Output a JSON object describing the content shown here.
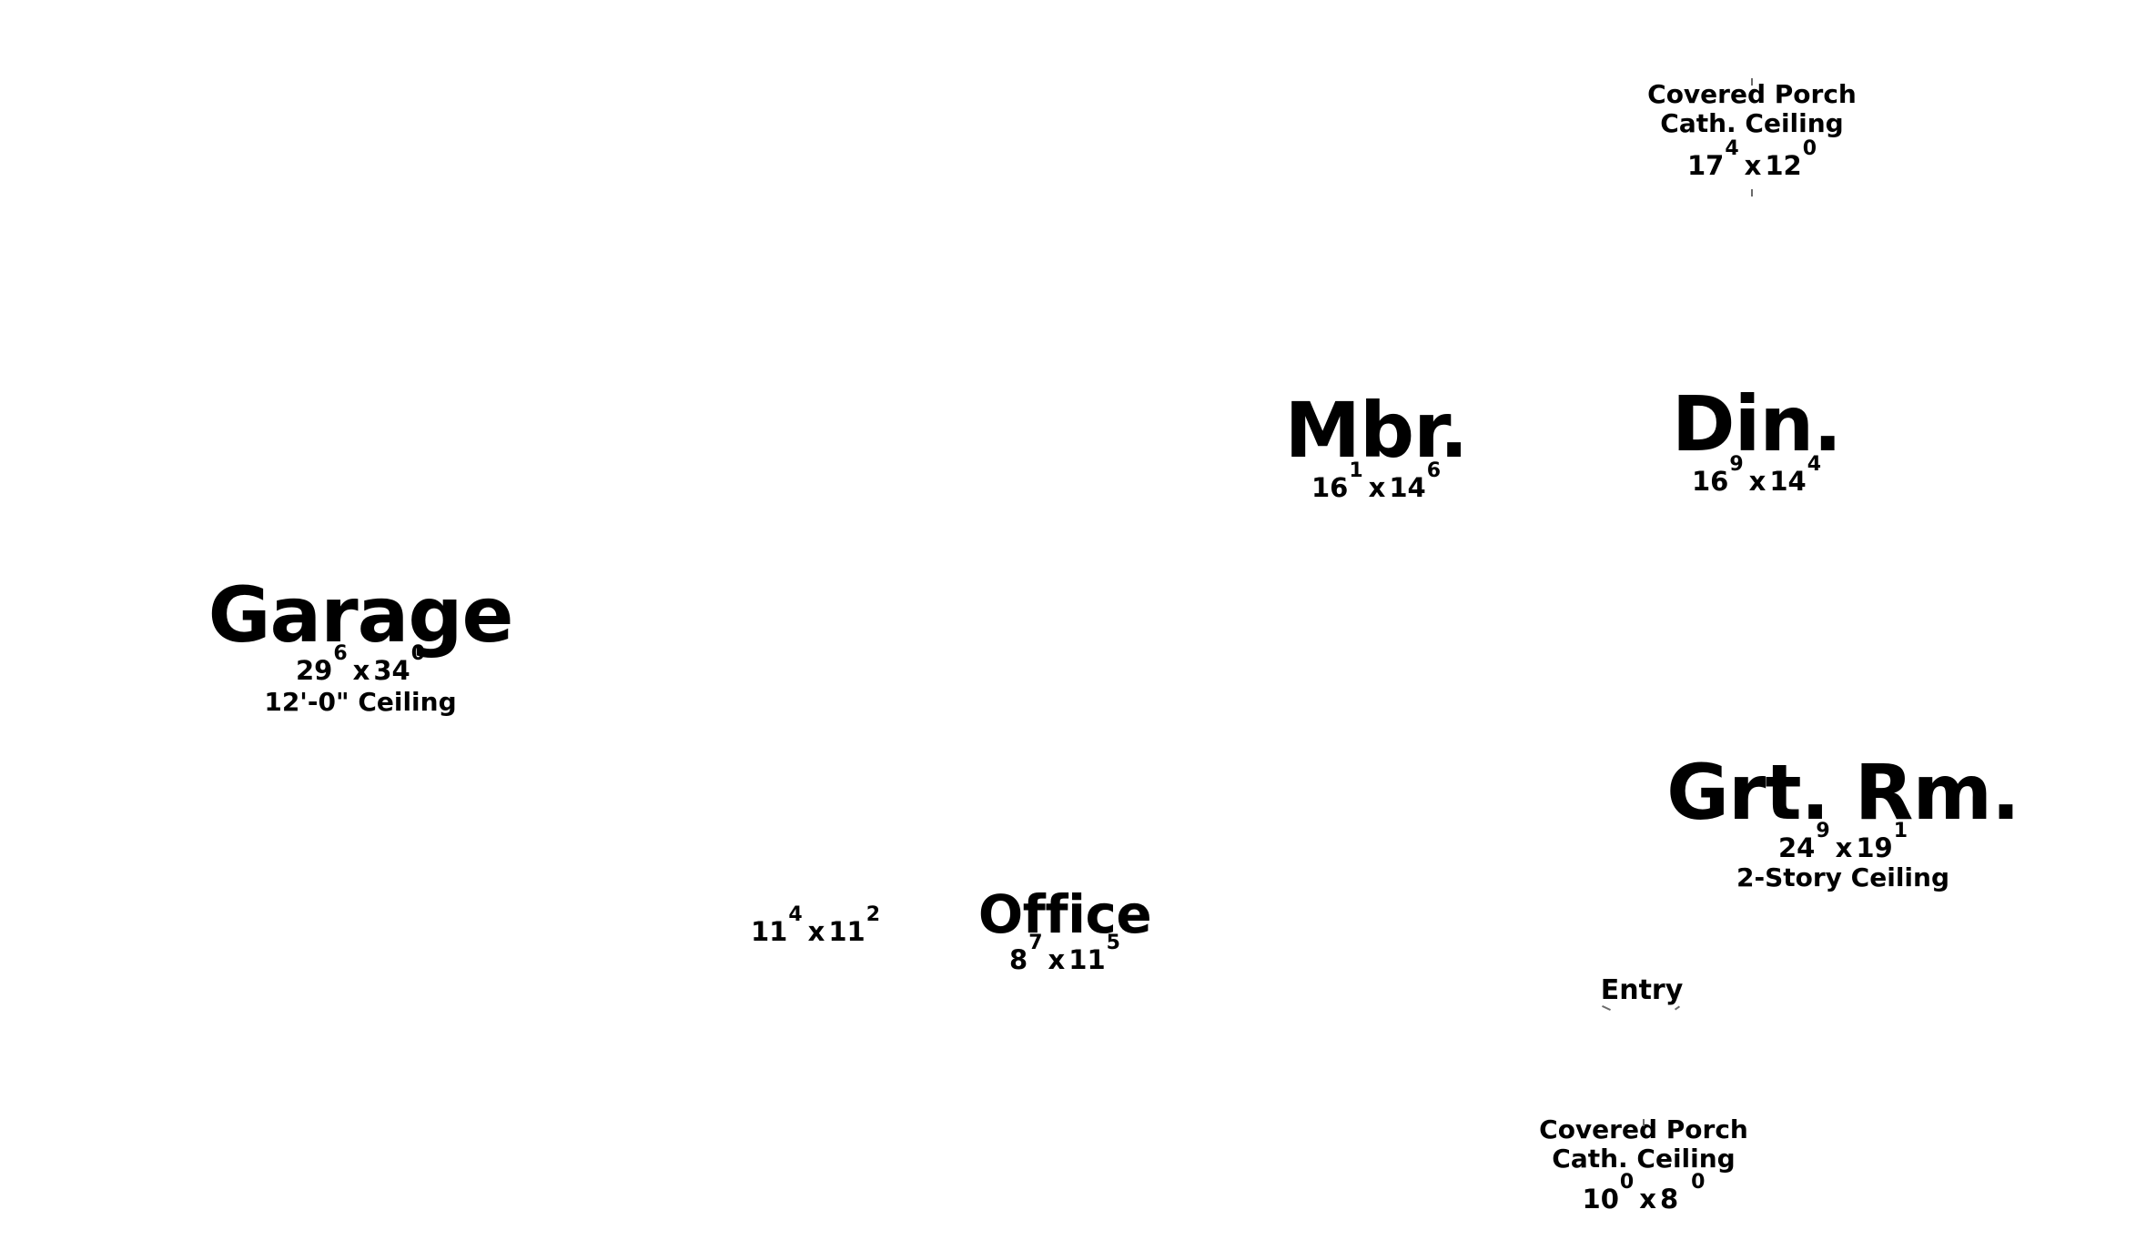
{
  "rooms": {
    "porch_top": {
      "line1": "Covered Porch",
      "line2": "Cath. Ceiling",
      "dim_a": "17",
      "dim_a_sup": "4",
      "dim_b": "12",
      "dim_b_sup": "0"
    },
    "mbr": {
      "name": "Mbr.",
      "dim_a": "16",
      "dim_a_sup": "1",
      "dim_b": "14",
      "dim_b_sup": "6"
    },
    "din": {
      "name": "Din.",
      "dim_a": "16",
      "dim_a_sup": "9",
      "dim_b": "14",
      "dim_b_sup": "4"
    },
    "garage": {
      "name": "Garage",
      "dim_a": "29",
      "dim_a_sup": "6",
      "dim_b": "34",
      "dim_b_sup": "0",
      "note": "12'-0\" Ceiling"
    },
    "grt_rm": {
      "name": "Grt. Rm.",
      "dim_a": "24",
      "dim_a_sup": "9",
      "dim_b": "19",
      "dim_b_sup": "1",
      "note": "2-Story Ceiling"
    },
    "unnamed": {
      "dim_a": "11",
      "dim_a_sup": "4",
      "dim_b": "11",
      "dim_b_sup": "2"
    },
    "office": {
      "name": "Office",
      "dim_a": "8",
      "dim_a_sup": "7",
      "dim_b": "11",
      "dim_b_sup": "5"
    },
    "entry": {
      "name": "Entry"
    },
    "porch_bottom": {
      "line1": "Covered Porch",
      "line2": "Cath. Ceiling",
      "dim_a": "10",
      "dim_a_sup": "0",
      "dim_b": "8",
      "dim_b_sup": "0"
    }
  }
}
